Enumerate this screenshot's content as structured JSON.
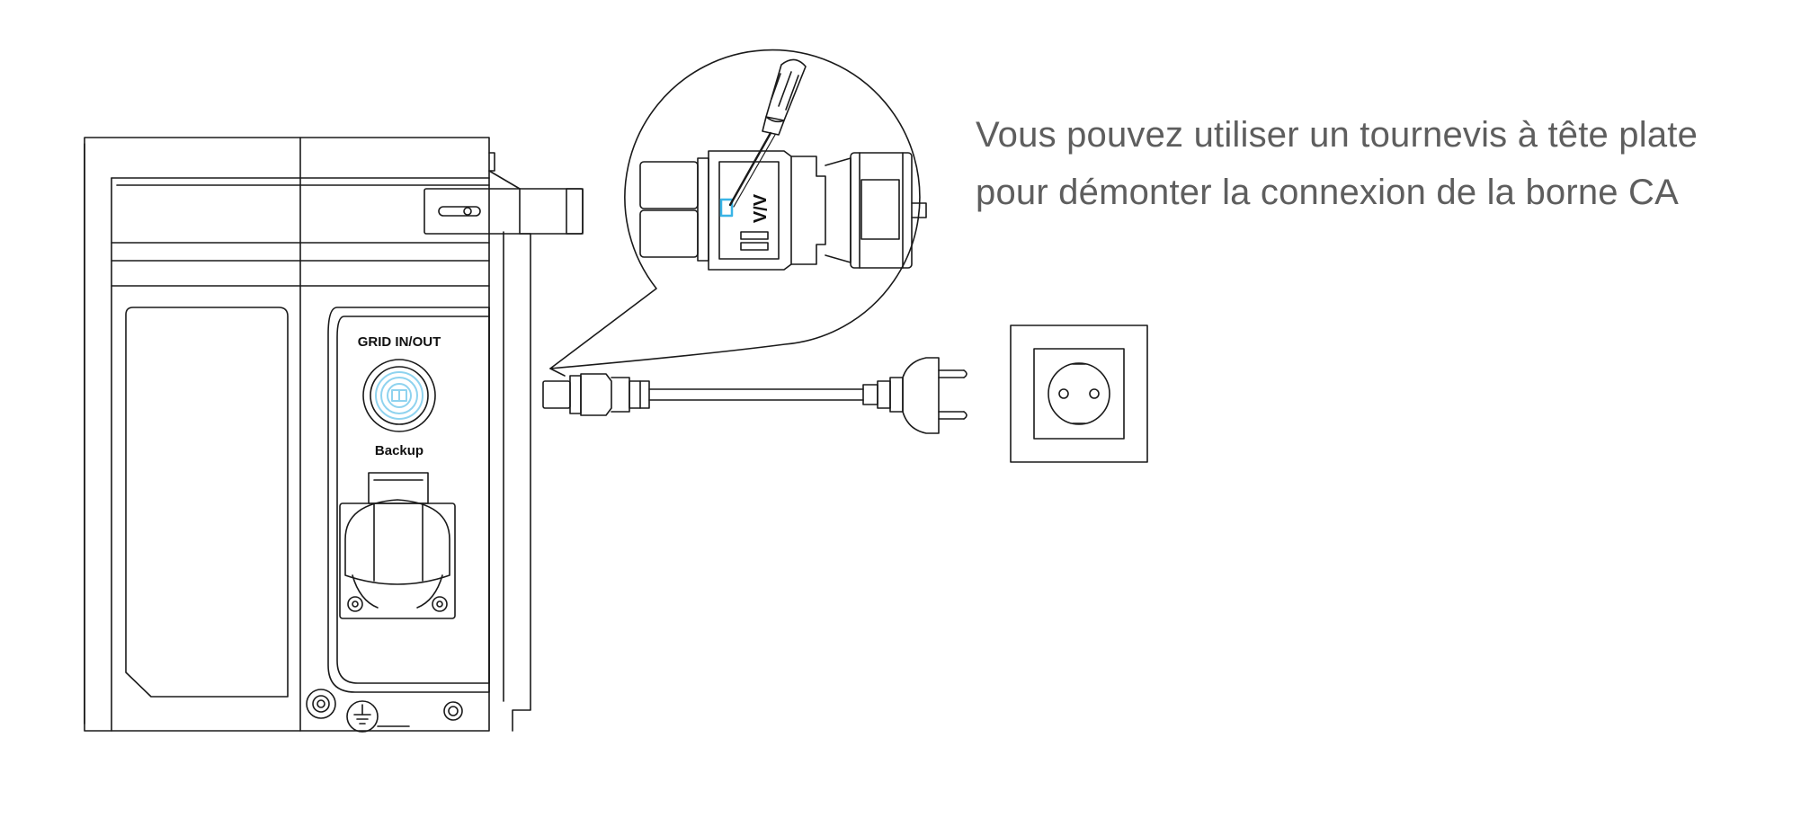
{
  "instruction": {
    "line1": "Vous pouvez utiliser un tournevis à tête plate",
    "line2": "pour démonter la connexion de la borne CA"
  },
  "device": {
    "port_label_top": "GRID IN/OUT",
    "port_label_bottom": "Backup"
  },
  "connector": {
    "marking": "Λ/Λ"
  },
  "colors": {
    "line": "#1a1a1a",
    "text": "#5e5e5e",
    "highlight": "#39b4e6",
    "port_ring": "#8fd3ef"
  }
}
